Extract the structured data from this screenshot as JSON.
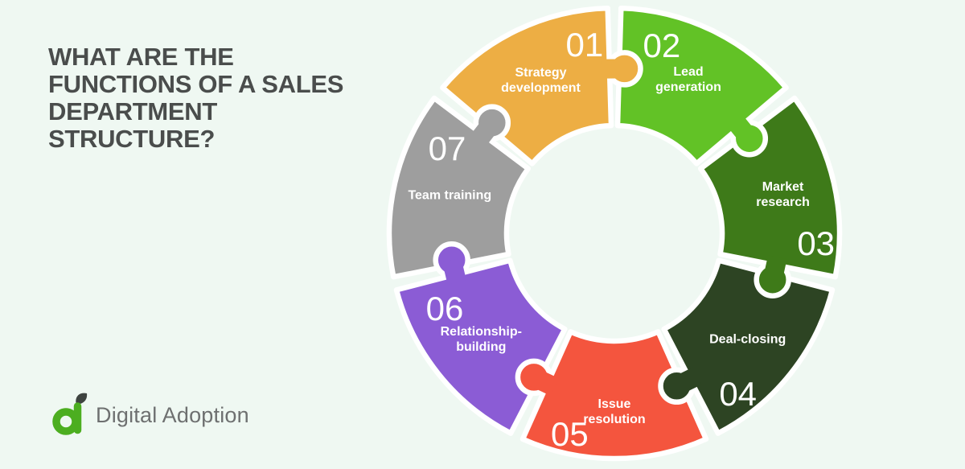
{
  "page": {
    "background_color": "#EFF8F2",
    "title_lines": [
      "WHAT ARE THE",
      "FUNCTIONS OF A SALES",
      "DEPARTMENT",
      "STRUCTURE?"
    ],
    "title_color": "#4A4D4C"
  },
  "diagram": {
    "type": "circular-puzzle-ring",
    "text_color": "#FFFFFF",
    "segments": [
      {
        "number": "01",
        "label": "Strategy development",
        "color": "#EDAE44"
      },
      {
        "number": "02",
        "label": "Lead generation",
        "color": "#62C226"
      },
      {
        "number": "03",
        "label": "Market research",
        "color": "#3E7A19"
      },
      {
        "number": "04",
        "label": "Deal-closing",
        "color": "#2D4423"
      },
      {
        "number": "05",
        "label": "Issue resolution",
        "color": "#F4553E"
      },
      {
        "number": "06",
        "label": "Relationship-building",
        "color": "#8B5CD5"
      },
      {
        "number": "07",
        "label": "Team training",
        "color": "#9E9E9E"
      }
    ]
  },
  "footer": {
    "logo_text": "Digital Adoption",
    "logo_green": "#4CAE20",
    "logo_leaf_color": "#3E4340",
    "logo_text_color": "#6E7070"
  }
}
